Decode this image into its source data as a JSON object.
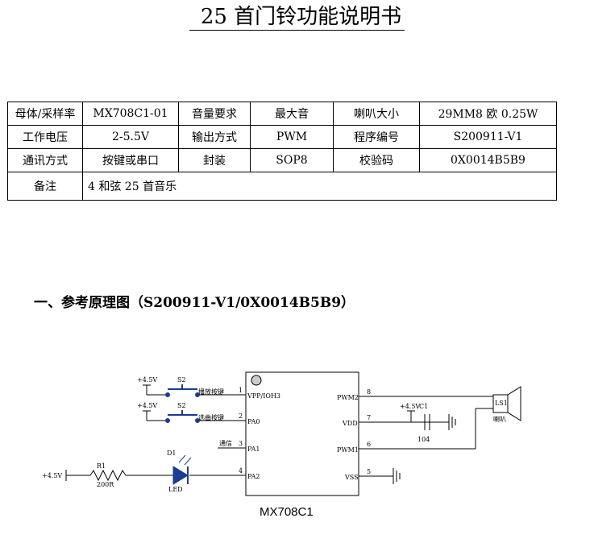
{
  "title": "25 首门铃功能说明书",
  "spec_table": {
    "rows": [
      [
        "母体/采样率",
        "MX708C1-01",
        "音量要求",
        "最大音",
        "喇叭大小",
        "29MM8 欧 0.25W"
      ],
      [
        "工作电压",
        "2-5.5V",
        "输出方式",
        "PWM",
        "程序编号",
        "S200911-V1"
      ],
      [
        "通讯方式",
        "按键或串口",
        "封装",
        "SOP8",
        "校验码",
        "0X0014B5B9"
      ]
    ],
    "note_label": "备注",
    "note_value": "4 和弦 25 首音乐"
  },
  "section_heading": "一、参考原理图（S200911-V1/0X0014B5B9）",
  "schematic": {
    "ic_name": "MX708C1",
    "pins_left": [
      {
        "num": "1",
        "name": "VPP/IOH3"
      },
      {
        "num": "2",
        "name": "PA0"
      },
      {
        "num": "3",
        "name": "PA1"
      },
      {
        "num": "4",
        "name": "PA2"
      }
    ],
    "pins_right": [
      {
        "num": "8",
        "name": "PWM2"
      },
      {
        "num": "7",
        "name": "VDD"
      },
      {
        "num": "6",
        "name": "PWM1"
      },
      {
        "num": "5",
        "name": "VSS"
      }
    ],
    "switch1": {
      "ref": "S2",
      "supply": "+4.5V",
      "label": "播放按键"
    },
    "switch2": {
      "ref": "S2",
      "supply": "+4.5V",
      "label": "选曲按键"
    },
    "comm_label": "通信",
    "led": {
      "ref": "D1",
      "label": "LED"
    },
    "resistor": {
      "ref": "R1",
      "value": "200R",
      "supply": "+4.5V"
    },
    "capacitor": {
      "ref": "C1",
      "supply": "+4.5V",
      "value": "104"
    },
    "speaker": {
      "ref": "LS1",
      "label": "喇叭"
    }
  }
}
